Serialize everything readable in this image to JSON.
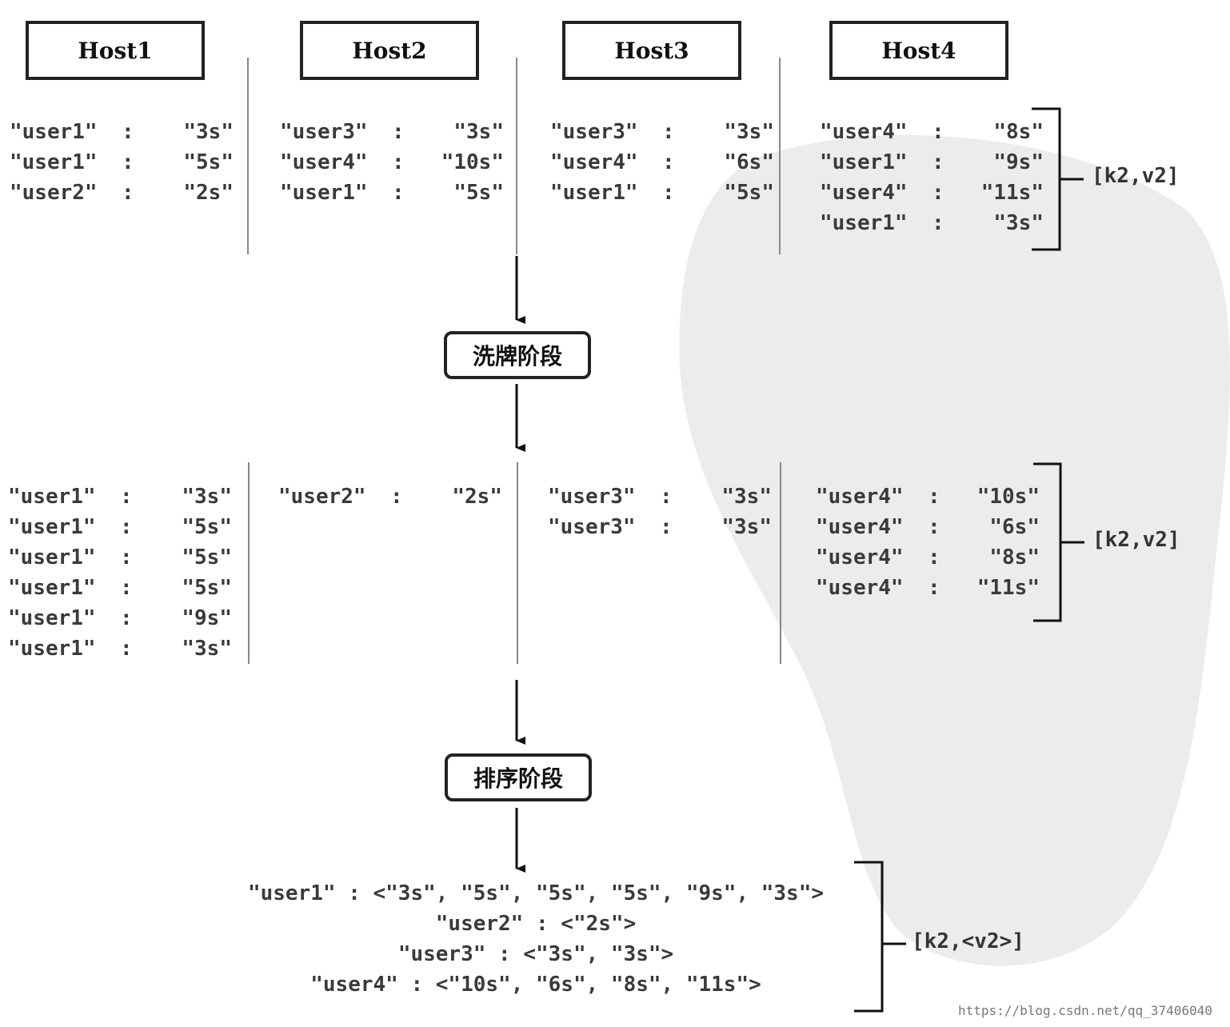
{
  "hosts": [
    "Host1",
    "Host2",
    "Host3",
    "Host4"
  ],
  "map_output": [
    [
      [
        "\"user1\"",
        "\"3s\""
      ],
      [
        "\"user1\"",
        "\"5s\""
      ],
      [
        "\"user2\"",
        "\"2s\""
      ]
    ],
    [
      [
        "\"user3\"",
        "\"3s\""
      ],
      [
        "\"user4\"",
        "\"10s\""
      ],
      [
        "\"user1\"",
        "\"5s\""
      ]
    ],
    [
      [
        "\"user3\"",
        "\"3s\""
      ],
      [
        "\"user4\"",
        "\"6s\""
      ],
      [
        "\"user1\"",
        "\"5s\""
      ]
    ],
    [
      [
        "\"user4\"",
        "\"8s\""
      ],
      [
        "\"user1\"",
        "\"9s\""
      ],
      [
        "\"user4\"",
        "\"11s\""
      ],
      [
        "\"user1\"",
        "\"3s\""
      ]
    ]
  ],
  "shuffle_output": [
    [
      [
        "\"user1\"",
        "\"3s\""
      ],
      [
        "\"user1\"",
        "\"5s\""
      ],
      [
        "\"user1\"",
        "\"5s\""
      ],
      [
        "\"user1\"",
        "\"5s\""
      ],
      [
        "\"user1\"",
        "\"9s\""
      ],
      [
        "\"user1\"",
        "\"3s\""
      ]
    ],
    [
      [
        "\"user2\"",
        "\"2s\""
      ]
    ],
    [
      [
        "\"user3\"",
        "\"3s\""
      ],
      [
        "\"user3\"",
        "\"3s\""
      ]
    ],
    [
      [
        "\"user4\"",
        "\"10s\""
      ],
      [
        "\"user4\"",
        "\"6s\""
      ],
      [
        "\"user4\"",
        "\"8s\""
      ],
      [
        "\"user4\"",
        "\"11s\""
      ]
    ]
  ],
  "stage1_label": "洗牌阶段",
  "stage2_label": "排序阶段",
  "bracket1_label": "[k2,v2]",
  "bracket2_label": "[k2,v2]",
  "bracket3_label": "[k2,<v2>]",
  "sorted_output": [
    "\"user1\" : <\"3s\", \"5s\", \"5s\", \"5s\", \"9s\", \"3s\">",
    "\"user2\" : <\"2s\">",
    "\"user3\" : <\"3s\", \"3s\">",
    "\"user4\" : <\"10s\", \"6s\", \"8s\", \"11s\">"
  ],
  "source_url": "https://blog.csdn.net/qq_37406040"
}
